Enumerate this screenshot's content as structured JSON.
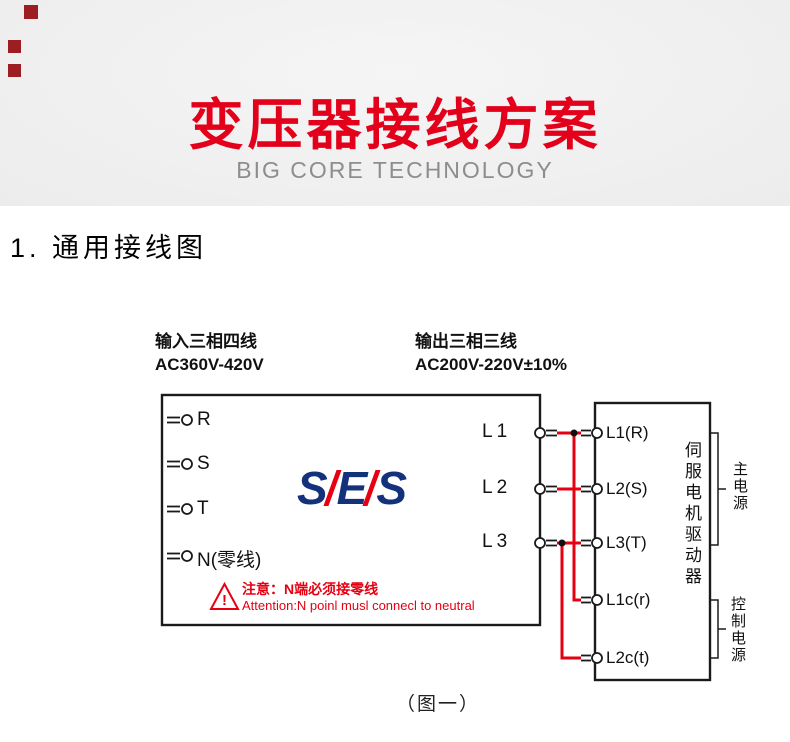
{
  "header": {
    "title": "变压器接线方案",
    "subtitle": "BIG CORE TECHNOLOGY",
    "title_color": "#e2001a"
  },
  "section_heading": "1. 通用接线图",
  "diagram": {
    "input_label": {
      "line1": "输入三相四线",
      "line2": "AC360V-420V"
    },
    "output_label": {
      "line1": "输出三相三线",
      "line2": "AC200V-220V±10%"
    },
    "transformer": {
      "left_terminals": [
        "R",
        "S",
        "T",
        "N(零线)"
      ],
      "right_terminals": [
        "L1",
        "L2",
        "L3"
      ],
      "logo_text": "SES",
      "warning": {
        "icon_glyph": "!",
        "line1": "注意：N端必须接零线",
        "line2": "Attention:N poinl musl connecl to neutral"
      }
    },
    "servo_drive": {
      "terminals": [
        "L1(R)",
        "L2(S)",
        "L3(T)",
        "L1c(r)",
        "L2c(t)"
      ],
      "label": "伺服电机驱动器",
      "main_power_label": "主电源",
      "control_power_label": "控制电源"
    },
    "caption": "（图一）",
    "wire_color": "#e60012"
  }
}
